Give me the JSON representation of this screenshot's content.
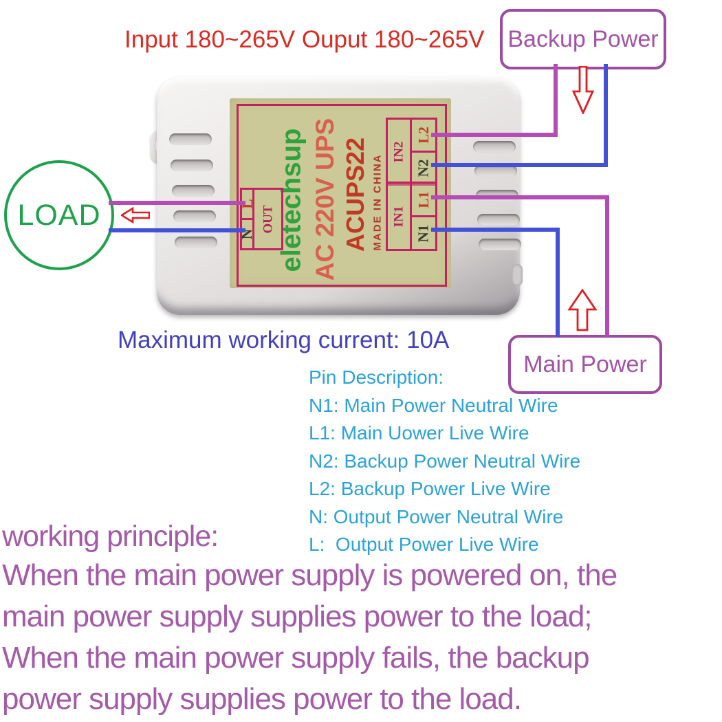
{
  "title": "Input 180~265V Ouput 180~265V",
  "backup_power_label": "Backup Power",
  "main_power_label": "Main Power",
  "load_label": "LOAD",
  "max_current": "Maximum working current: 10A",
  "device": {
    "brand": "eletechsup",
    "product": "AC 220V UPS",
    "model": "ACUPS22",
    "origin": "MADE IN CHINA",
    "out_block": {
      "title": "OUT",
      "live": "L",
      "neutral": "N"
    },
    "in2_block": {
      "title": "IN2",
      "live": "L2",
      "neutral": "N2"
    },
    "in1_block": {
      "title": "IN1",
      "live": "L1",
      "neutral": "N1"
    }
  },
  "pin_description": {
    "lines": [
      "Pin Description:",
      "N1: Main Power Neutral Wire",
      "L1: Main Uower Live Wire",
      "N2: Backup Power Neutral Wire",
      "L2: Backup Power Live Wire",
      "N: Output Power Neutral Wire",
      "L:  Output Power Live Wire"
    ]
  },
  "working_principle": {
    "heading": "working principle:",
    "lines": [
      "When the main power supply is powered on, the",
      "main power supply supplies power to the load;",
      "When the main power supply fails, the backup",
      "power supply supplies power to the load."
    ]
  },
  "colors": {
    "title_red": "#d92b22",
    "box_purple": "#9b4ba0",
    "load_green": "#1ca24a",
    "wire_live_magenta": "#b44cb6",
    "wire_neutral_blue": "#4251d8",
    "arrow_red": "#dd1f1f",
    "max_current_blue": "#4340c0",
    "pin_cyan": "#2aa2d9",
    "principle_purple": "#a45aa8",
    "label_background": "#cbc997",
    "label_crimson": "#c22260",
    "brand_green": "#2ea23c",
    "product_salmon": "#d8604f",
    "model_red": "#bf3a24"
  }
}
